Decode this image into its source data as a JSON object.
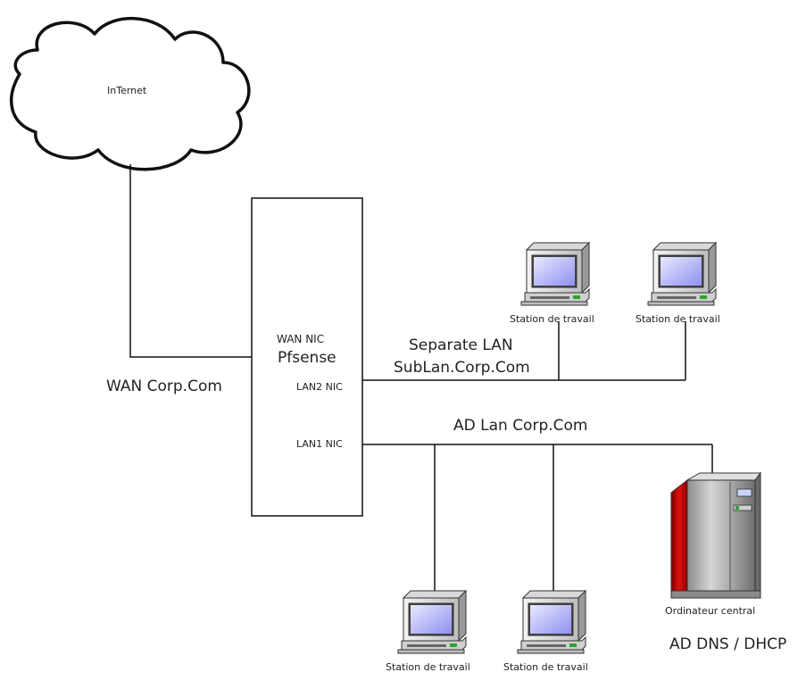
{
  "internet": {
    "label": "InTernet"
  },
  "firewall": {
    "name": "Pfsense",
    "wan_nic": "WAN NIC",
    "lan2_nic": "LAN2 NIC",
    "lan1_nic": "LAN1 NIC"
  },
  "networks": {
    "wan": "WAN Corp.Com",
    "separate_lan": {
      "line1": "Separate LAN",
      "line2": "SubLan.Corp.Com"
    },
    "ad_lan": "AD Lan Corp.Com"
  },
  "devices": {
    "sublan_station_1": "Station de travail",
    "sublan_station_2": "Station de travail",
    "adlan_station_1": "Station de travail",
    "adlan_station_2": "Station de travail",
    "mainframe": "Ordinateur central"
  },
  "server_role": "AD DNS / DHCP"
}
